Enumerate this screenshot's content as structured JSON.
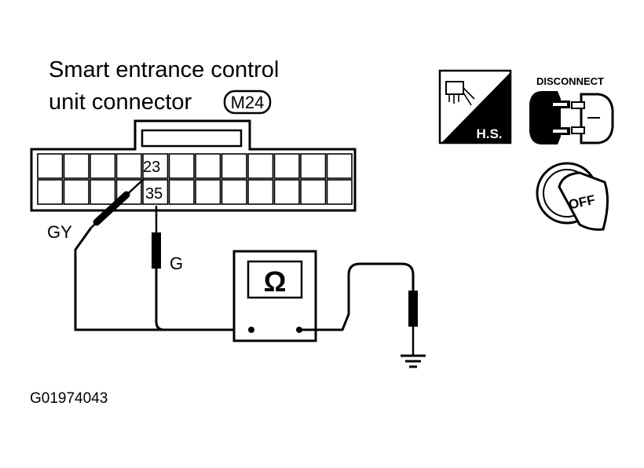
{
  "title_line1": "Smart entrance control",
  "title_line2": "unit connector",
  "connector_id": "M24",
  "pins": {
    "upper": "23",
    "lower": "35"
  },
  "wires": {
    "gy": "GY",
    "g": "G"
  },
  "meter_symbol": "Ω",
  "icons": {
    "hs_label": "H.S.",
    "disconnect_label": "DISCONNECT",
    "ignition_label": "OFF"
  },
  "figure_code": "G01974043"
}
